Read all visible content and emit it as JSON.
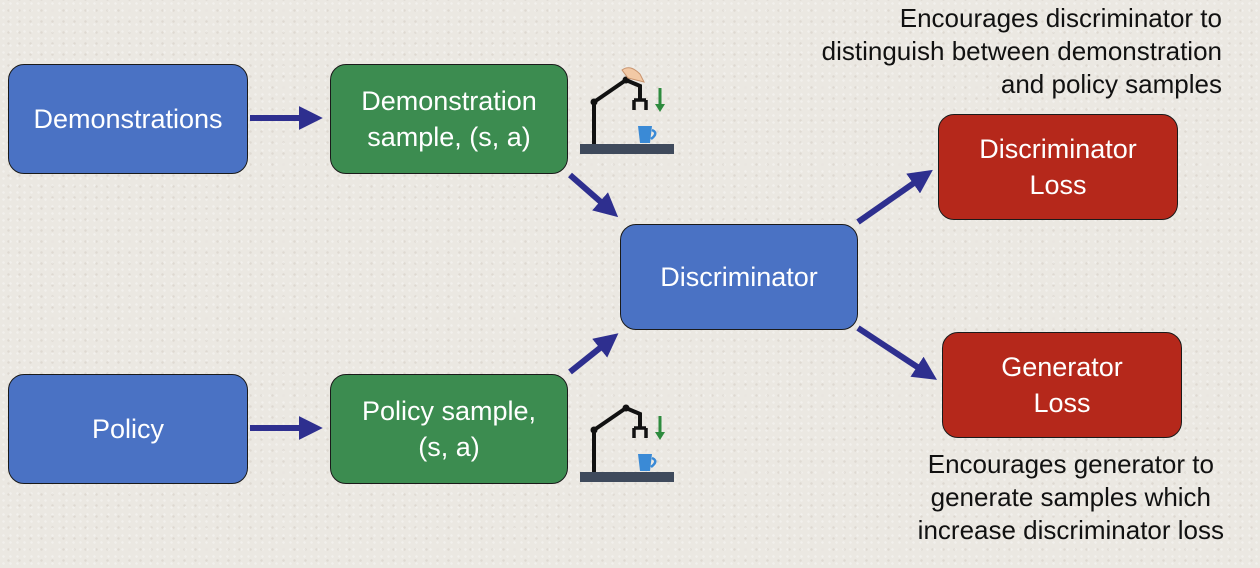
{
  "nodes": {
    "demonstrations": "Demonstrations",
    "policy": "Policy",
    "demo_sample": "Demonstration\nsample, (s, a)",
    "policy_sample": "Policy sample,\n(s, a)",
    "discriminator": "Discriminator",
    "discriminator_loss": "Discriminator\nLoss",
    "generator_loss": "Generator\nLoss"
  },
  "notes": {
    "discriminator_loss": "Encourages discriminator to\ndistinguish between demonstration\nand policy samples",
    "generator_loss": "Encourages generator to\ngenerate samples which\nincrease discriminator loss"
  },
  "colors": {
    "input_box": "#4a72c4",
    "sample_box": "#3c8c50",
    "loss_box": "#b5281b",
    "arrow": "#2e2f8f"
  },
  "icons": [
    "robot-arm-with-hand-icon",
    "robot-arm-icon"
  ]
}
